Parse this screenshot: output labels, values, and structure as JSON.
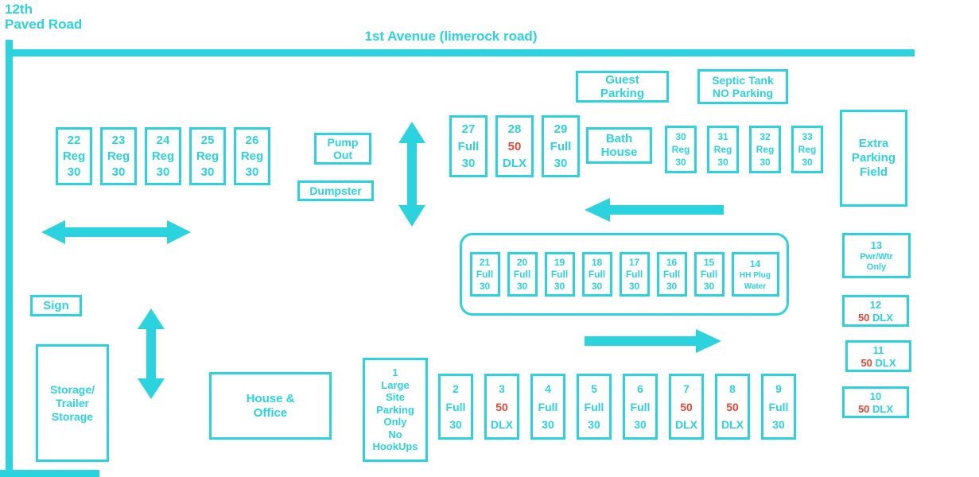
{
  "colors": {
    "accent": "#2BD3DE",
    "danger": "#E04937"
  },
  "roads": {
    "left": "12th\nPaved Road",
    "top": "1st Avenue (limerock road)"
  },
  "facilities": {
    "pump_out": "Pump\nOut",
    "dumpster": "Dumpster",
    "guest_parking": "Guest\nParking",
    "septic_tank": "Septic Tank\nNO Parking",
    "bath_house": "Bath\nHouse",
    "extra_parking_field": "Extra\nParking\nField",
    "sign": "Sign",
    "storage": "Storage/\nTrailer\nStorage",
    "house_office": "House &\nOffice",
    "site_1_large": "1\nLarge\nSite\nParking\nOnly\nNo\nHookUps"
  },
  "site_rows": {
    "sites_22_26": [
      {
        "num": "22",
        "mid": "Reg",
        "bot": "30"
      },
      {
        "num": "23",
        "mid": "Reg",
        "bot": "30"
      },
      {
        "num": "24",
        "mid": "Reg",
        "bot": "30"
      },
      {
        "num": "25",
        "mid": "Reg",
        "bot": "30"
      },
      {
        "num": "26",
        "mid": "Reg",
        "bot": "30"
      }
    ],
    "sites_27_29": [
      {
        "num": "27",
        "mid": "Full",
        "bot": "30"
      },
      {
        "num": "28",
        "mid": "50",
        "bot": "DLX",
        "red": true
      },
      {
        "num": "29",
        "mid": "Full",
        "bot": "30"
      }
    ],
    "sites_30_33": [
      {
        "num": "30",
        "mid": "Reg",
        "bot": "30"
      },
      {
        "num": "31",
        "mid": "Reg",
        "bot": "30"
      },
      {
        "num": "32",
        "mid": "Reg",
        "bot": "30"
      },
      {
        "num": "33",
        "mid": "Reg",
        "bot": "30"
      }
    ],
    "sites_21_14": [
      {
        "num": "21",
        "mid": "Full",
        "bot": "30"
      },
      {
        "num": "20",
        "mid": "Full",
        "bot": "30"
      },
      {
        "num": "19",
        "mid": "Full",
        "bot": "30"
      },
      {
        "num": "18",
        "mid": "Full",
        "bot": "30"
      },
      {
        "num": "17",
        "mid": "Full",
        "bot": "30"
      },
      {
        "num": "16",
        "mid": "Full",
        "bot": "30"
      },
      {
        "num": "15",
        "mid": "Full",
        "bot": "30"
      },
      {
        "num": "14",
        "mid": "HH Plug",
        "bot": "Water",
        "small": true,
        "wide": true
      }
    ],
    "sites_2_9": [
      {
        "num": "2",
        "mid": "Full",
        "bot": "30"
      },
      {
        "num": "3",
        "mid": "50",
        "bot": "DLX",
        "red": true
      },
      {
        "num": "4",
        "mid": "Full",
        "bot": "30"
      },
      {
        "num": "5",
        "mid": "Full",
        "bot": "30"
      },
      {
        "num": "6",
        "mid": "Full",
        "bot": "30"
      },
      {
        "num": "7",
        "mid": "50",
        "bot": "DLX",
        "red": true
      },
      {
        "num": "8",
        "mid": "50",
        "bot": "DLX",
        "red": true
      },
      {
        "num": "9",
        "mid": "Full",
        "bot": "30"
      }
    ]
  },
  "sites_right": {
    "s13": {
      "num": "13",
      "line2": "Pwr/Wtr",
      "line3": "Only"
    },
    "s12": {
      "num": "12",
      "amp": "50",
      "type": "DLX"
    },
    "s11": {
      "num": "11",
      "amp": "50",
      "type": "DLX"
    },
    "s10": {
      "num": "10",
      "amp": "50",
      "type": "DLX"
    }
  }
}
